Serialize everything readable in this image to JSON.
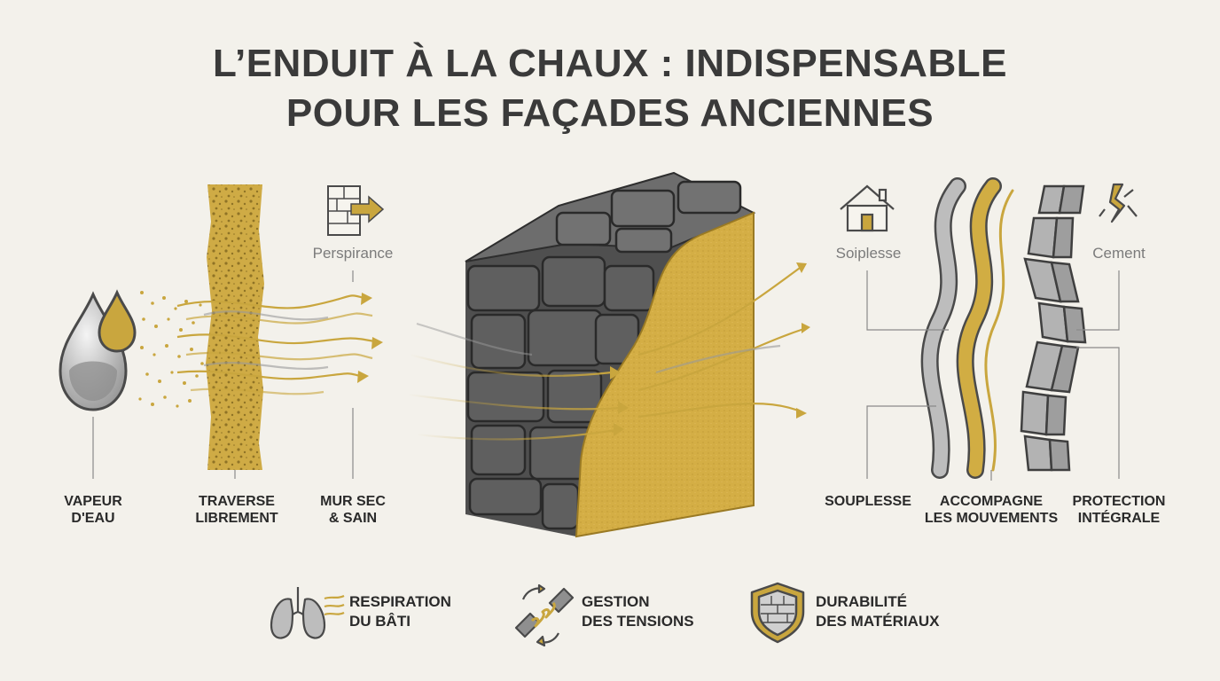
{
  "title": {
    "line1": "L’ENDUIT À LA CHAUX : INDISPENSABLE",
    "line2": "POUR LES FAÇADES ANCIENNES"
  },
  "left": {
    "caption": "Perspirance",
    "labels": [
      {
        "line1": "VAPEUR",
        "line2": "D'EAU"
      },
      {
        "line1": "TRAVERSE",
        "line2": "LIBREMENT"
      },
      {
        "line1": "MUR SEC",
        "line2": "& SAIN"
      }
    ]
  },
  "right": {
    "caption_left": "Soiplesse",
    "caption_right": "Cement",
    "labels": [
      {
        "line1": "SOUPLESSE",
        "line2": ""
      },
      {
        "line1": "ACCOMPAGNE",
        "line2": "LES MOUVEMENTS"
      },
      {
        "line1": "PROTECTION",
        "line2": "INTÉGRALE"
      }
    ]
  },
  "footer": [
    {
      "line1": "RESPIRATION",
      "line2": "DU BÂTI",
      "icon": "lungs-icon"
    },
    {
      "line1": "GESTION",
      "line2": "DES TENSIONS",
      "icon": "spring-joint-icon"
    },
    {
      "line1": "DURABILITÉ",
      "line2": "DES MATÉRIAUX",
      "icon": "shield-brick-icon"
    }
  ],
  "colors": {
    "background": "#f3f1eb",
    "gold": "#c9a63e",
    "stone": "#5d5d5d",
    "text": "#2f2f2f"
  }
}
